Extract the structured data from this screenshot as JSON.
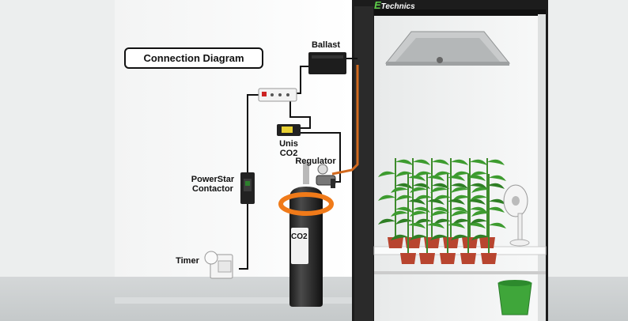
{
  "diagram": {
    "title": "Connection Diagram",
    "labels": {
      "ballast": "Ballast",
      "unis_co2_line1": "Unis",
      "unis_co2_line2": "CO2",
      "regulator": "Regulator",
      "powerstar_line1": "PowerStar",
      "powerstar_line2": "Contactor",
      "timer": "Timer"
    },
    "brand": {
      "prefix": "E",
      "name": "Technics"
    },
    "cylinder_label": "CO2"
  }
}
